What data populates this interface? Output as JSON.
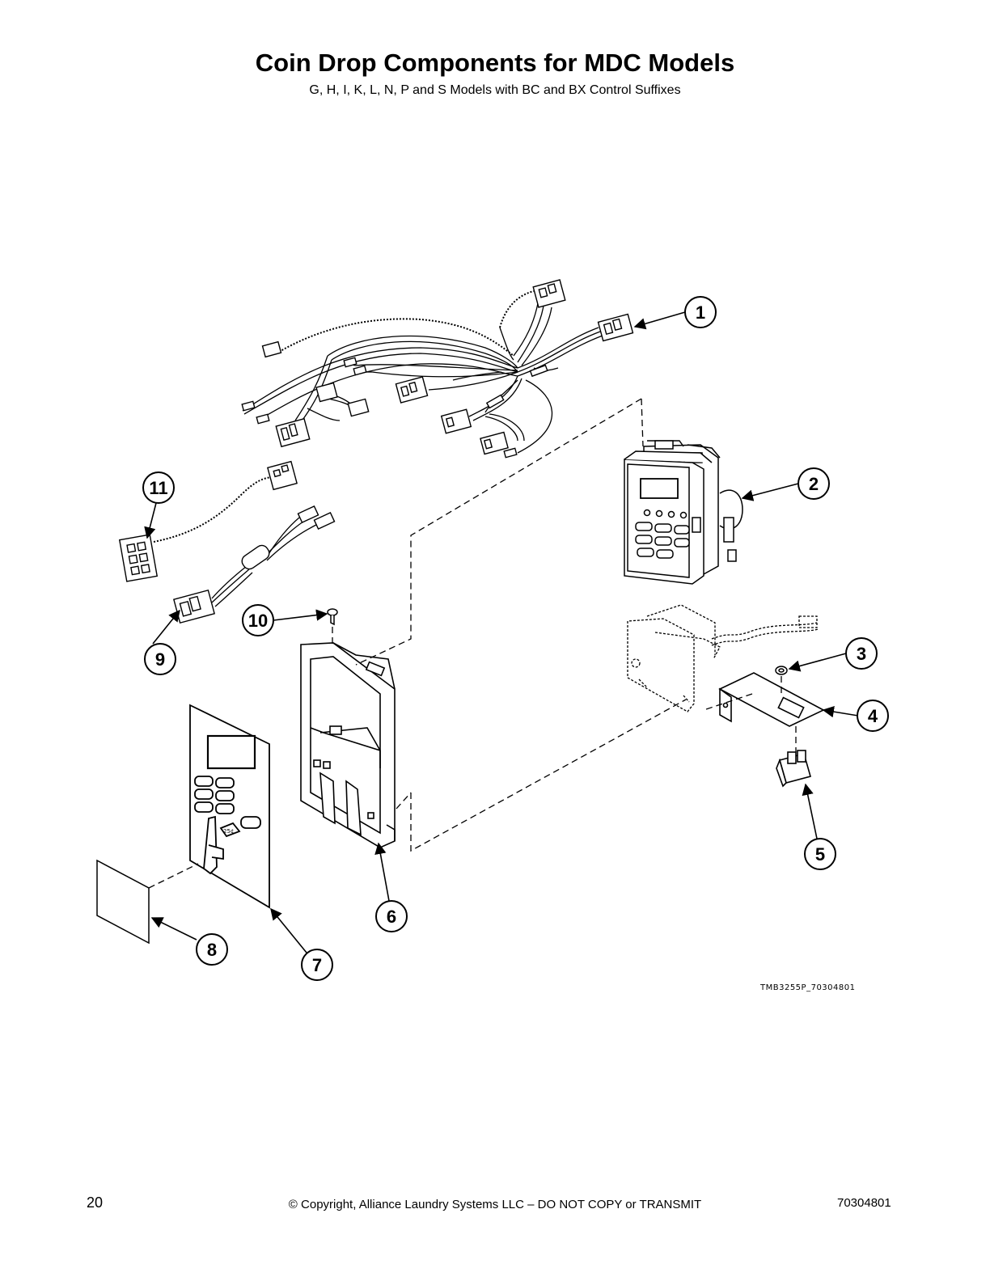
{
  "page": {
    "title": "Coin Drop Components for MDC Models",
    "subtitle": "G, H, I, K, L, N, P and S Models with BC and BX Control Suffixes"
  },
  "diagram": {
    "drawing_id": "TMB3255P_70304801",
    "callouts": [
      "1",
      "2",
      "3",
      "4",
      "5",
      "6",
      "7",
      "8",
      "9",
      "10",
      "11"
    ],
    "sticker_label": "25¢"
  },
  "footer": {
    "page_number": "20",
    "copyright": "© Copyright, Alliance Laundry Systems LLC – DO NOT COPY or TRANSMIT",
    "document_number": "70304801"
  }
}
